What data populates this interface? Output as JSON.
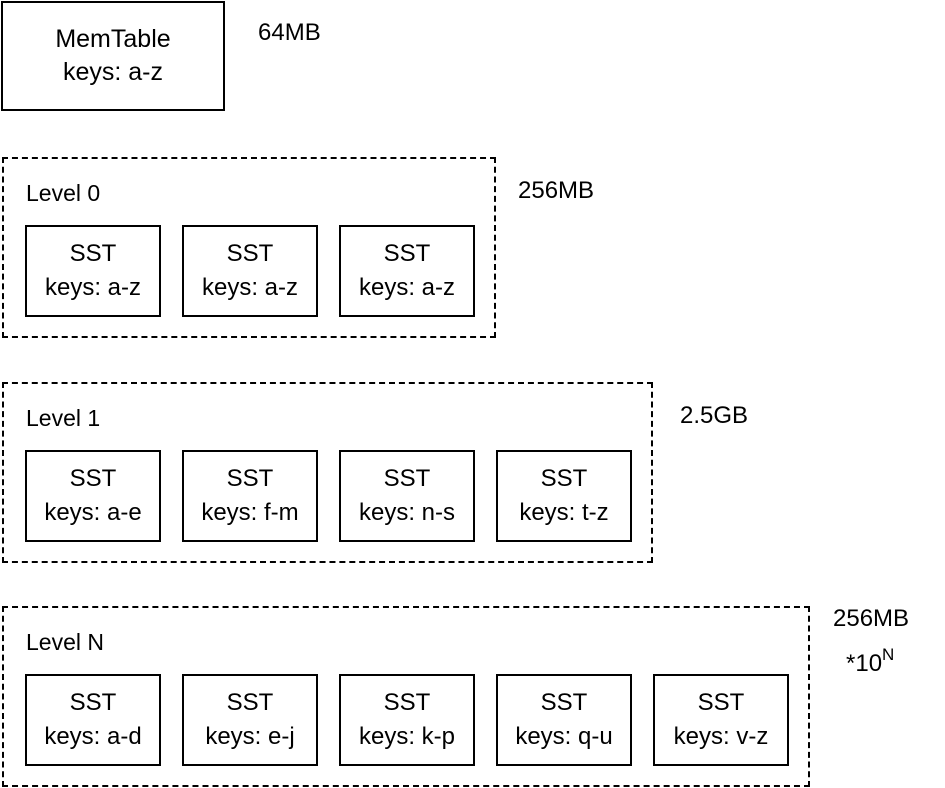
{
  "memtable": {
    "title": "MemTable",
    "keys": "keys: a-z",
    "size": "64MB"
  },
  "levels": [
    {
      "label": "Level 0",
      "size": "256MB",
      "ssts": [
        {
          "title": "SST",
          "keys": "keys: a-z"
        },
        {
          "title": "SST",
          "keys": "keys: a-z"
        },
        {
          "title": "SST",
          "keys": "keys: a-z"
        }
      ]
    },
    {
      "label": "Level 1",
      "size": "2.5GB",
      "ssts": [
        {
          "title": "SST",
          "keys": "keys: a-e"
        },
        {
          "title": "SST",
          "keys": "keys: f-m"
        },
        {
          "title": "SST",
          "keys": "keys: n-s"
        },
        {
          "title": "SST",
          "keys": "keys: t-z"
        }
      ]
    },
    {
      "label": "Level N",
      "size": "256MB",
      "size_multiplier": "*10",
      "size_exponent": "N",
      "ssts": [
        {
          "title": "SST",
          "keys": "keys: a-d"
        },
        {
          "title": "SST",
          "keys": "keys: e-j"
        },
        {
          "title": "SST",
          "keys": "keys: k-p"
        },
        {
          "title": "SST",
          "keys": "keys: q-u"
        },
        {
          "title": "SST",
          "keys": "keys: v-z"
        }
      ]
    }
  ]
}
